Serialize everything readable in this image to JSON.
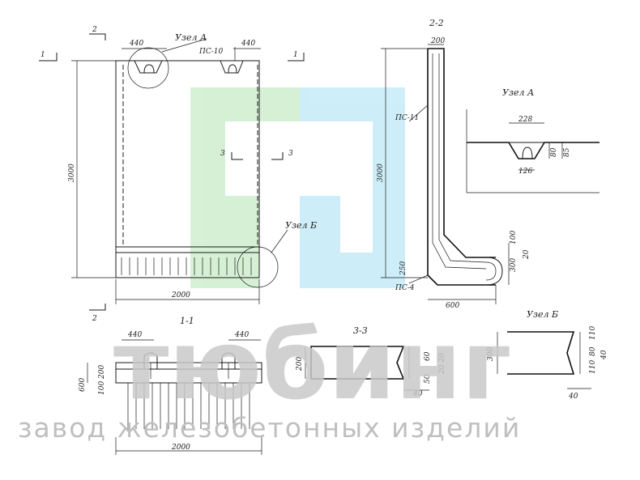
{
  "labels": {
    "section_2": "2",
    "section_1": "1",
    "section_3": "3",
    "node_a": "Узел А",
    "node_b": "Узел Б",
    "ps10": "ПС-10",
    "ps11": "ПС-11",
    "ps4": "ПС-4",
    "title_22": "2-2",
    "title_11": "1-1",
    "title_33": "3-3",
    "title_node_a": "Узел А",
    "title_node_b": "Узел Б"
  },
  "dims": {
    "d440": "440",
    "d3000": "3000",
    "d2000": "2000",
    "d200": "200",
    "d600": "600",
    "d100": "100",
    "d300": "300",
    "d20": "20",
    "d250": "250",
    "d228": "228",
    "d126": "126",
    "d80": "80",
    "d85": "85",
    "d60": "60",
    "d50": "50",
    "d40": "40",
    "d110": "110",
    "d100_200": "100 200",
    "d20_20": "20 20"
  },
  "watermark": {
    "brand": "тюбинг",
    "tagline": "завод железобетонных изделий",
    "logo_colors": [
      "#c9ecc9",
      "#bde9f7"
    ]
  }
}
